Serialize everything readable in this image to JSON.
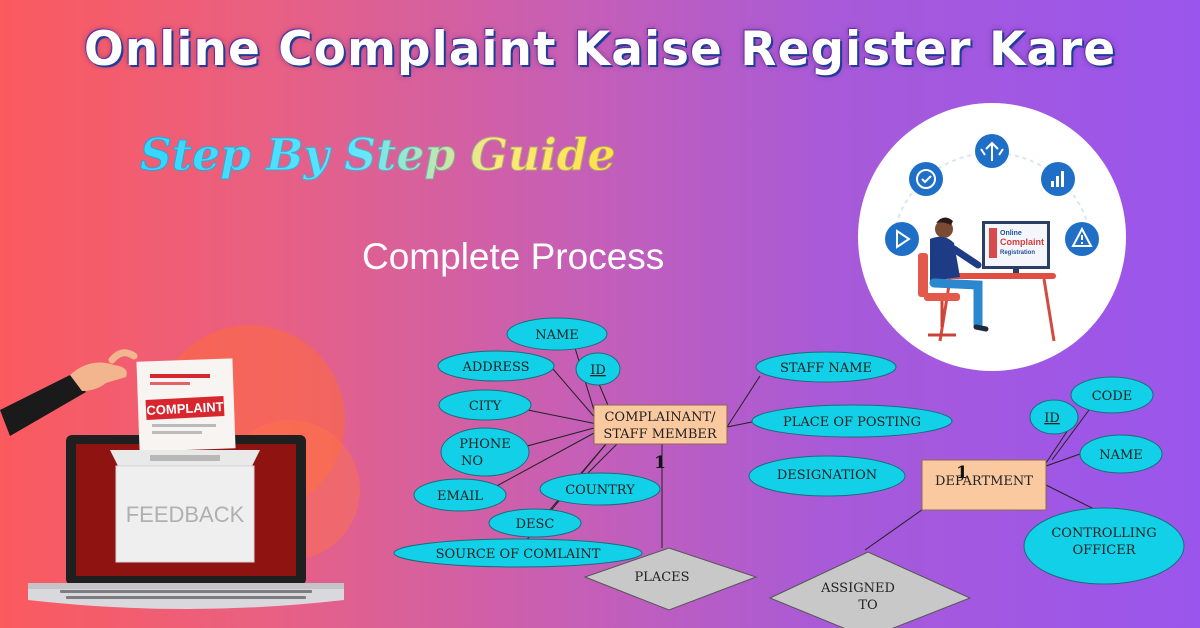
{
  "header": {
    "title": "Online Complaint Kaise Register Kare",
    "subtitle": "Step By Step Guide",
    "tagline": "Complete Process"
  },
  "illustration": {
    "screen_text": [
      "Online",
      "Complaint",
      "Registration"
    ],
    "icons": [
      "check-icon",
      "arrows-icon",
      "chart-icon",
      "play-icon",
      "warning-icon"
    ]
  },
  "laptop_graphic": {
    "paper_label": "COMPLAINT",
    "box_label": "FEEDBACK"
  },
  "er_diagram": {
    "entities": {
      "complainant_line1": "COMPLAINANT/",
      "complainant_line2": "STAFF MEMBER",
      "department": "DEPARTMENT"
    },
    "complainant_attributes": {
      "name": "NAME",
      "address": "ADDRESS",
      "id": "ID",
      "city": "CITY",
      "phone_line1": "PHONE",
      "phone_line2": "NO",
      "email": "EMAIL",
      "country": "COUNTRY",
      "desc": "DESC",
      "source": "SOURCE  OF COMLAINT"
    },
    "middle_attributes": {
      "staff_name": "STAFF NAME",
      "place_of_posting": "PLACE OF POSTING",
      "designation": "DESIGNATION"
    },
    "department_attributes": {
      "code": "CODE",
      "id": "ID",
      "name": "NAME",
      "controlling_line1": "CONTROLLING",
      "controlling_line2": "OFFICER"
    },
    "relationships": {
      "places": "PLACES",
      "assigned_line1": "ASSIGNED",
      "assigned_line2": "TO"
    },
    "cardinality": [
      "1",
      "1"
    ]
  },
  "colors": {
    "attribute_fill": "#12d0e8",
    "entity_fill": "#fbc9a0",
    "relationship_fill": "#c8c8c8",
    "box_red": "#d8262e"
  }
}
